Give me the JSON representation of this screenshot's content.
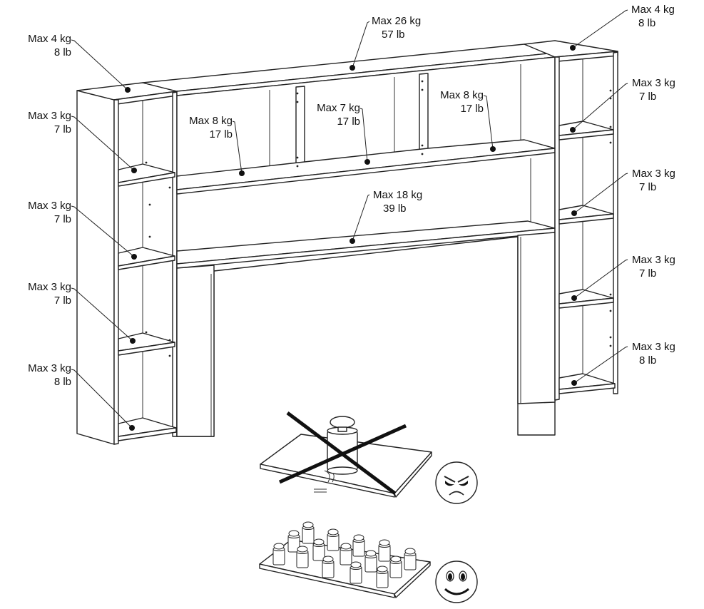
{
  "diagram": {
    "title": "Bookcase headboard maximum load per shelf",
    "loads": {
      "top_center": {
        "kg": "Max 26 kg",
        "lb": "57 lb"
      },
      "top_left_tower": {
        "kg": "Max 4 kg",
        "lb": "8 lb"
      },
      "top_right_tower": {
        "kg": "Max 4 kg",
        "lb": "8 lb"
      },
      "upper_cubby_left": {
        "kg": "Max 8 kg",
        "lb": "17 lb"
      },
      "upper_cubby_mid": {
        "kg": "Max 7 kg",
        "lb": "17 lb"
      },
      "upper_cubby_right": {
        "kg": "Max 8 kg",
        "lb": "17 lb"
      },
      "long_shelf": {
        "kg": "Max 18 kg",
        "lb": "39 lb"
      },
      "left_shelves": [
        {
          "kg": "Max 3 kg",
          "lb": "7 lb"
        },
        {
          "kg": "Max 3 kg",
          "lb": "7 lb"
        },
        {
          "kg": "Max 3 kg",
          "lb": "7 lb"
        },
        {
          "kg": "Max 3 kg",
          "lb": "8 lb"
        }
      ],
      "right_shelves": [
        {
          "kg": "Max 3 kg",
          "lb": "7 lb"
        },
        {
          "kg": "Max 3 kg",
          "lb": "7 lb"
        },
        {
          "kg": "Max 3 kg",
          "lb": "7 lb"
        },
        {
          "kg": "Max 3 kg",
          "lb": "8 lb"
        }
      ]
    },
    "illustrations": [
      {
        "name": "concentrated-load",
        "status": "incorrect",
        "icon": "angry-face-icon",
        "mark": "cross-out-icon"
      },
      {
        "name": "distributed-load",
        "status": "correct",
        "icon": "smiley-face-icon"
      }
    ]
  }
}
